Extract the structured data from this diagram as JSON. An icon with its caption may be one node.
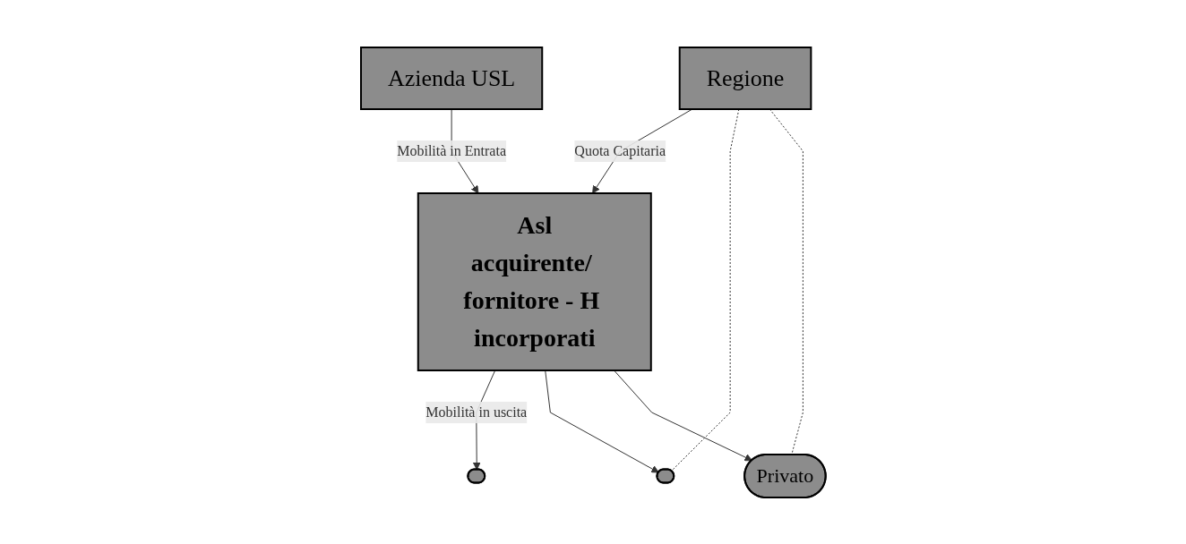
{
  "diagram": {
    "nodes": [
      {
        "text": [
          "Regione"
        ]
      },
      {
        "text": [
          "Azienda USL"
        ]
      },
      {
        "text": [
          "Asl",
          "acquirente/ fornitore - H incorporati"
        ]
      },
      {
        "text": [],
        "shape": "ellipse"
      },
      {
        "text": [],
        "shape": "ellipse"
      },
      {
        "text": [
          "Privato"
        ]
      }
    ],
    "edges": [
      {
        "from": 0,
        "to": 2,
        "arrow": "to",
        "label": "Quota Capitaria"
      },
      {
        "from": 1,
        "to": 2,
        "arrow": "to",
        "label": "Mobilità in Entrata"
      },
      {
        "from": 2,
        "to": 3,
        "arrow": "to",
        "label": "Mobilità in uscita"
      },
      {
        "from": 2,
        "to": 4,
        "arrow": "to"
      },
      {
        "from": 2,
        "to": 5,
        "arrow": "to"
      },
      {
        "from": 0,
        "to": 4,
        "arrow": "none",
        "style": "dashed"
      },
      {
        "from": 0,
        "to": 5,
        "arrow": "none",
        "style": "dashed"
      }
    ]
  }
}
